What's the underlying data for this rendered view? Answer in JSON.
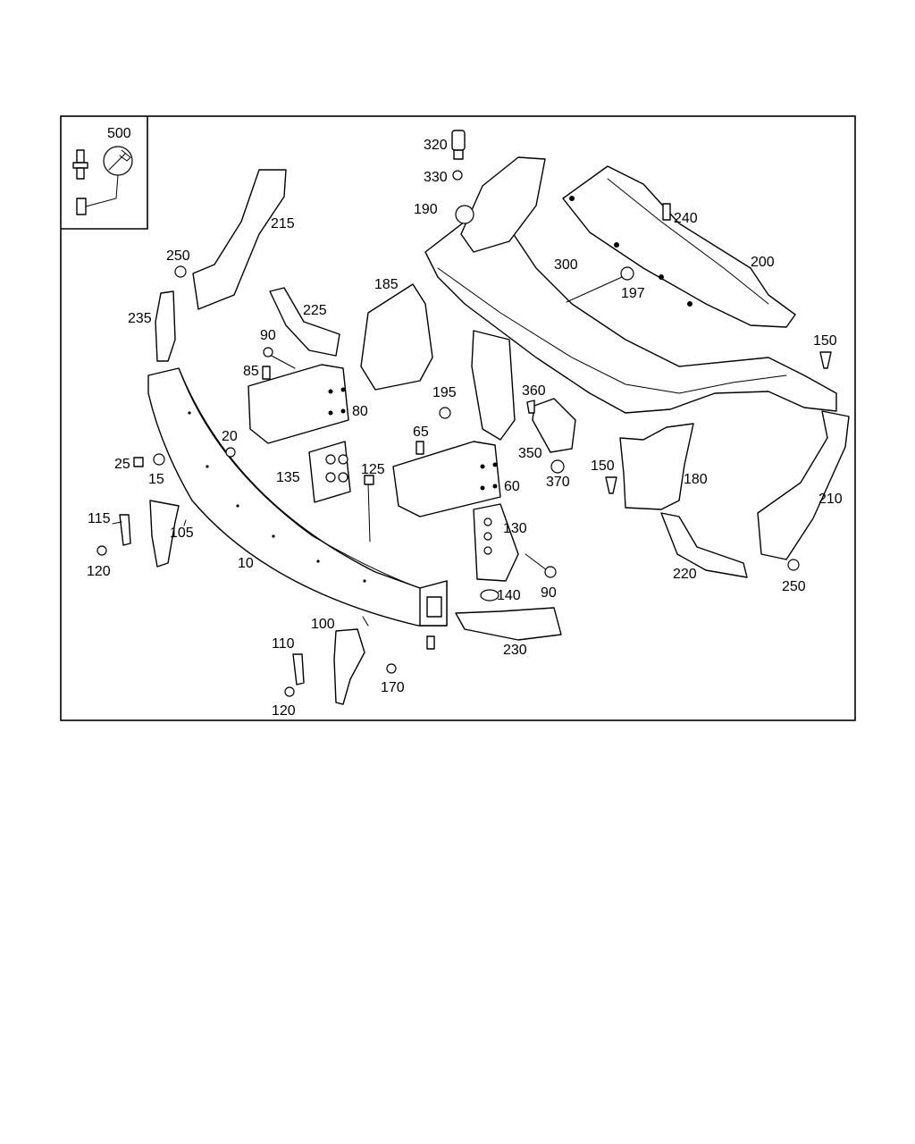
{
  "diagram": {
    "labels": {
      "p500": "500",
      "p320": "320",
      "p330": "330",
      "p190": "190",
      "p300": "300",
      "p200": "200",
      "p240": "240",
      "p197": "197",
      "p215": "215",
      "p250a": "250",
      "p235": "235",
      "p225": "225",
      "p185": "185",
      "p90a": "90",
      "p85": "85",
      "p80": "80",
      "p150a": "150",
      "p195": "195",
      "p360": "360",
      "p20": "20",
      "p65": "65",
      "p25": "25",
      "p15": "15",
      "p135": "135",
      "p125": "125",
      "p60": "60",
      "p350": "350",
      "p370": "370",
      "p150b": "150",
      "p180": "180",
      "p210": "210",
      "p115": "115",
      "p105": "105",
      "p130": "130",
      "p120a": "120",
      "p10": "10",
      "p220": "220",
      "p90b": "90",
      "p140": "140",
      "p250b": "250",
      "p100": "100",
      "p230": "230",
      "p110": "110",
      "p170": "170",
      "p120b": "120"
    }
  }
}
